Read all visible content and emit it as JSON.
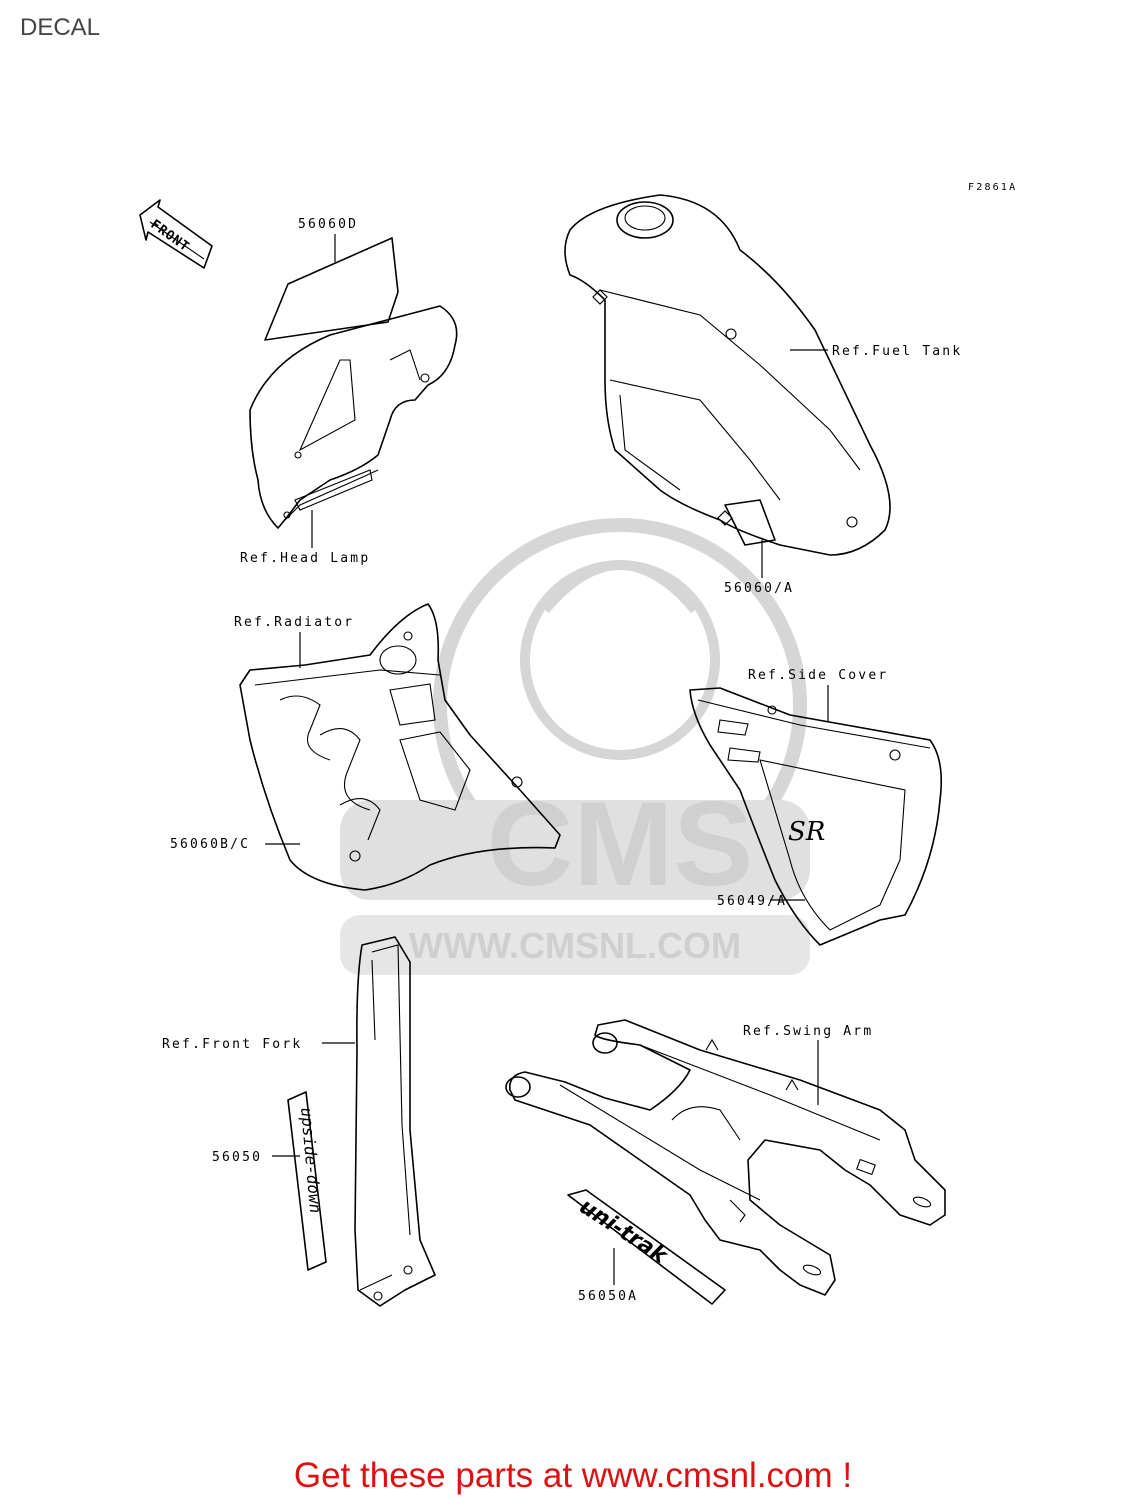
{
  "page": {
    "title": "DECAL"
  },
  "diagram": {
    "figure_code": "F2861A",
    "front_arrow": "FRONT",
    "parts": [
      {
        "id": "56060D",
        "ref": ""
      },
      {
        "id": "",
        "ref": "Ref.Head Lamp"
      },
      {
        "id": "",
        "ref": "Ref.Fuel Tank"
      },
      {
        "id": "56060/A",
        "ref": ""
      },
      {
        "id": "",
        "ref": "Ref.Radiator"
      },
      {
        "id": "56060B/C",
        "ref": ""
      },
      {
        "id": "",
        "ref": "Ref.Side Cover"
      },
      {
        "id": "56049/A",
        "ref": ""
      },
      {
        "id": "",
        "ref": "Ref.Front Fork"
      },
      {
        "id": "56050",
        "ref": ""
      },
      {
        "id": "",
        "ref": "Ref.Swing Arm"
      },
      {
        "id": "56050A",
        "ref": ""
      }
    ],
    "decal_texts": {
      "fork_decal": "upside-down",
      "swingarm_decal": "uni-trak",
      "side_cover_decal": "SR"
    }
  },
  "watermark": {
    "brand": "CMS",
    "url": "WWW.CMSNL.COM"
  },
  "footer": {
    "text": "Get these parts at www.cmsnl.com !",
    "color": "#dd1111"
  }
}
